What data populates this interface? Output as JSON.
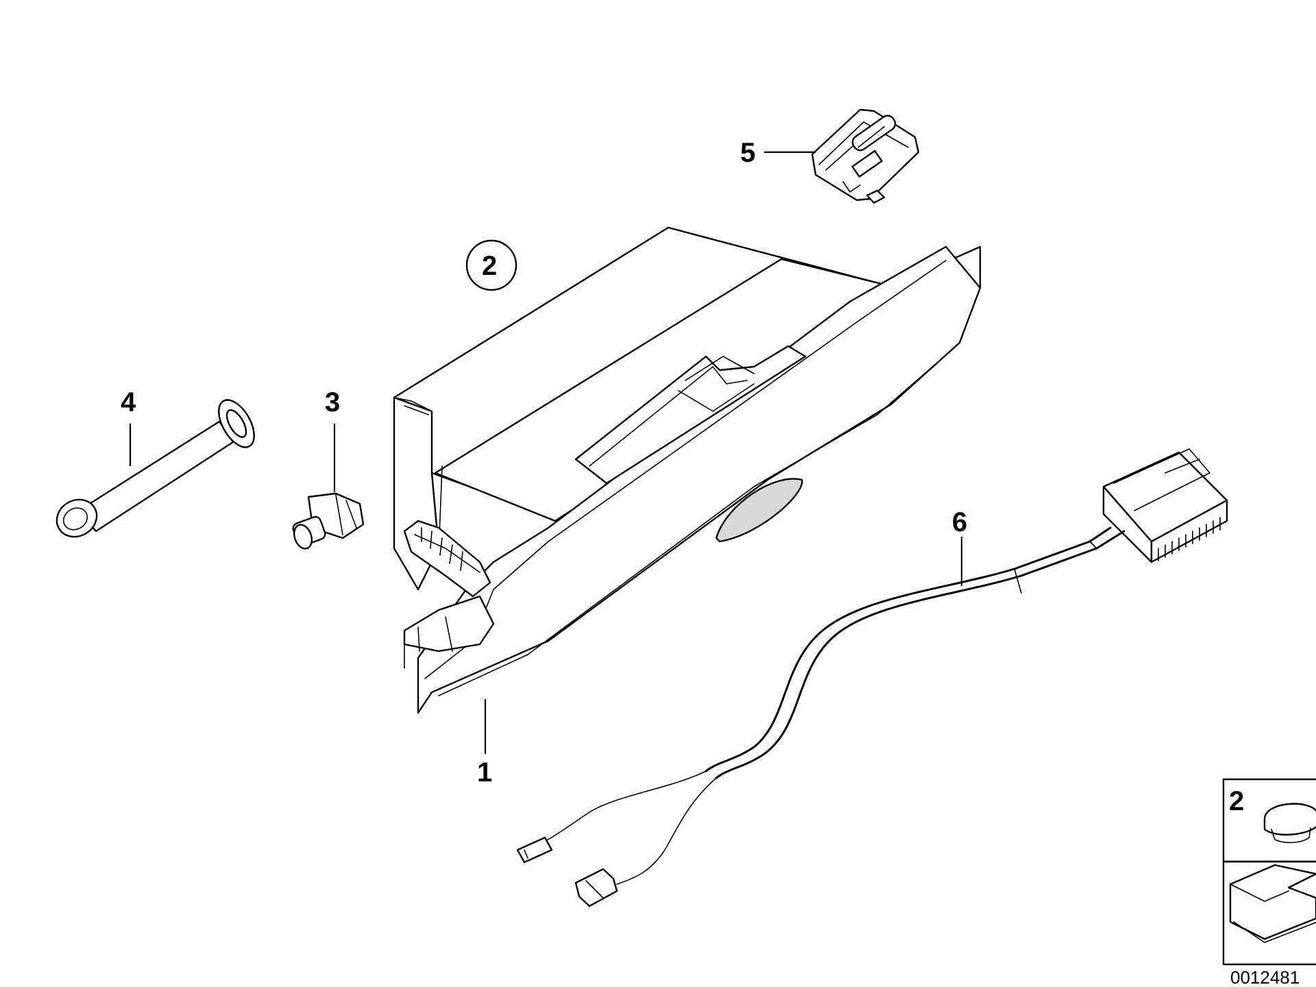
{
  "callouts": {
    "part1": "1",
    "part2_circled": "2",
    "part3": "3",
    "part4": "4",
    "part5": "5",
    "part6": "6"
  },
  "legend": {
    "item_number": "2"
  },
  "doc_number": "0012481"
}
